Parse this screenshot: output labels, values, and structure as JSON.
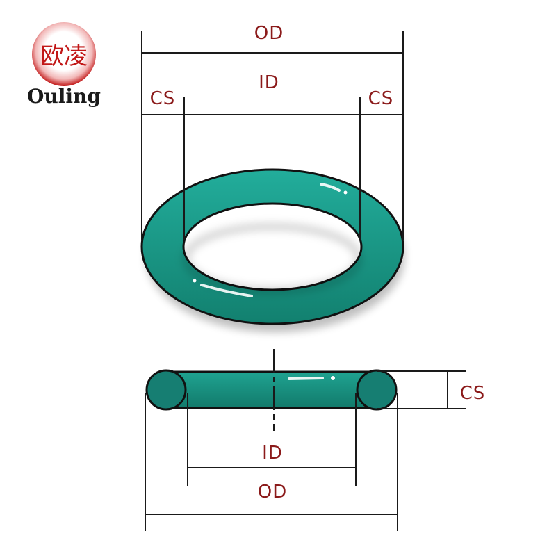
{
  "brand": {
    "name": "Ouling",
    "logo_glyphs": "欧凌",
    "logo_color": "#c21818"
  },
  "colors": {
    "ring": "#1a9a8a",
    "ring_dark": "#117466",
    "ring_section": "#167e72",
    "label": "#8b1a1a",
    "line": "#1a1a1a"
  },
  "top_view": {
    "od_label": "OD",
    "id_label": "ID",
    "cs_left_label": "CS",
    "cs_right_label": "CS"
  },
  "side_view": {
    "cs_label": "CS",
    "id_label": "ID",
    "od_label": "OD"
  }
}
